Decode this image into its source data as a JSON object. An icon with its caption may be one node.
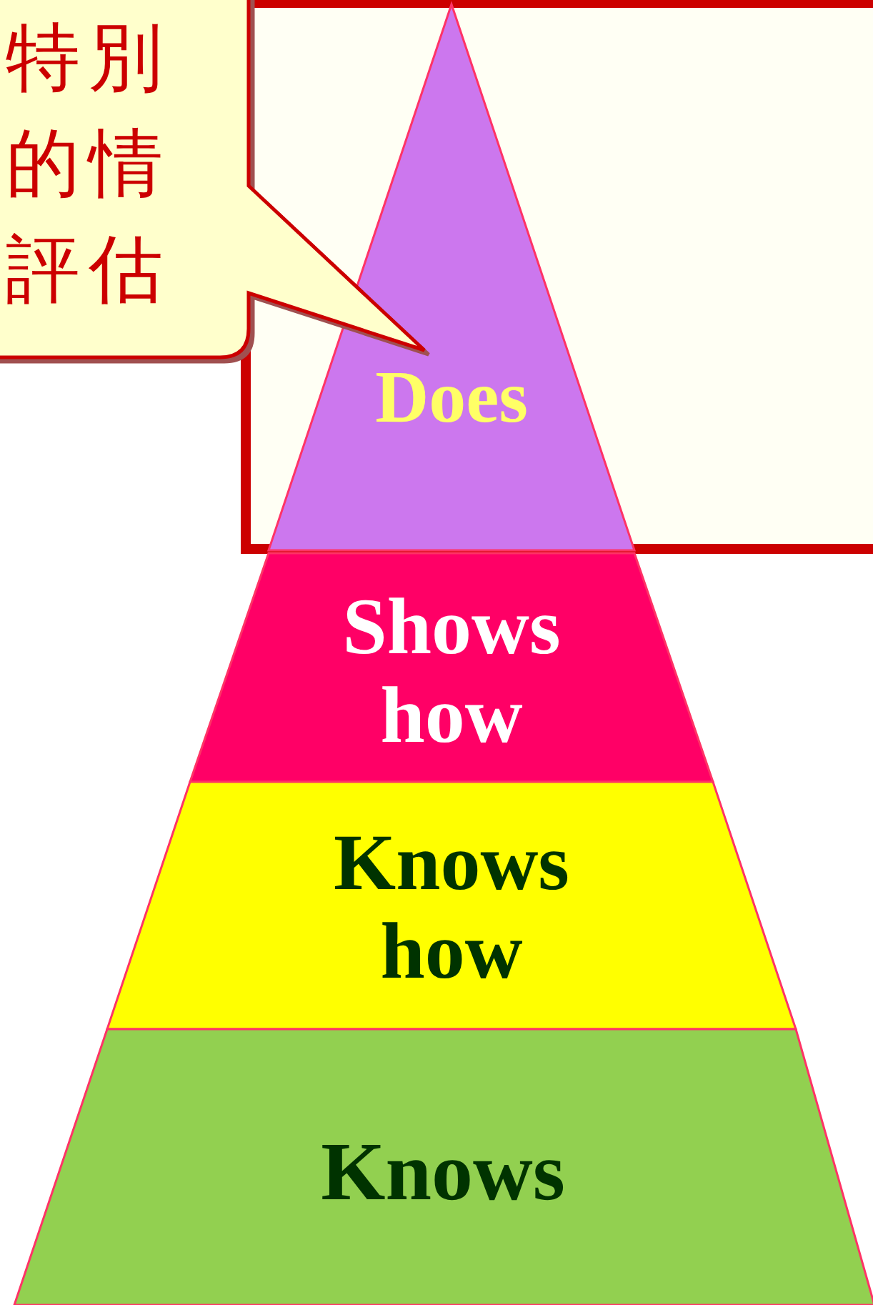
{
  "diagram": {
    "nodes": [
      {
        "text": [
          "特別的情評估"
        ]
      },
      {
        "text": [],
        "shape": "box"
      },
      {
        "text": [
          "Does"
        ],
        "in": 1
      },
      {
        "text": [
          "Shows how"
        ]
      },
      {
        "text": [
          "Knows how"
        ]
      },
      {
        "text": [
          "Knows"
        ]
      }
    ]
  }
}
